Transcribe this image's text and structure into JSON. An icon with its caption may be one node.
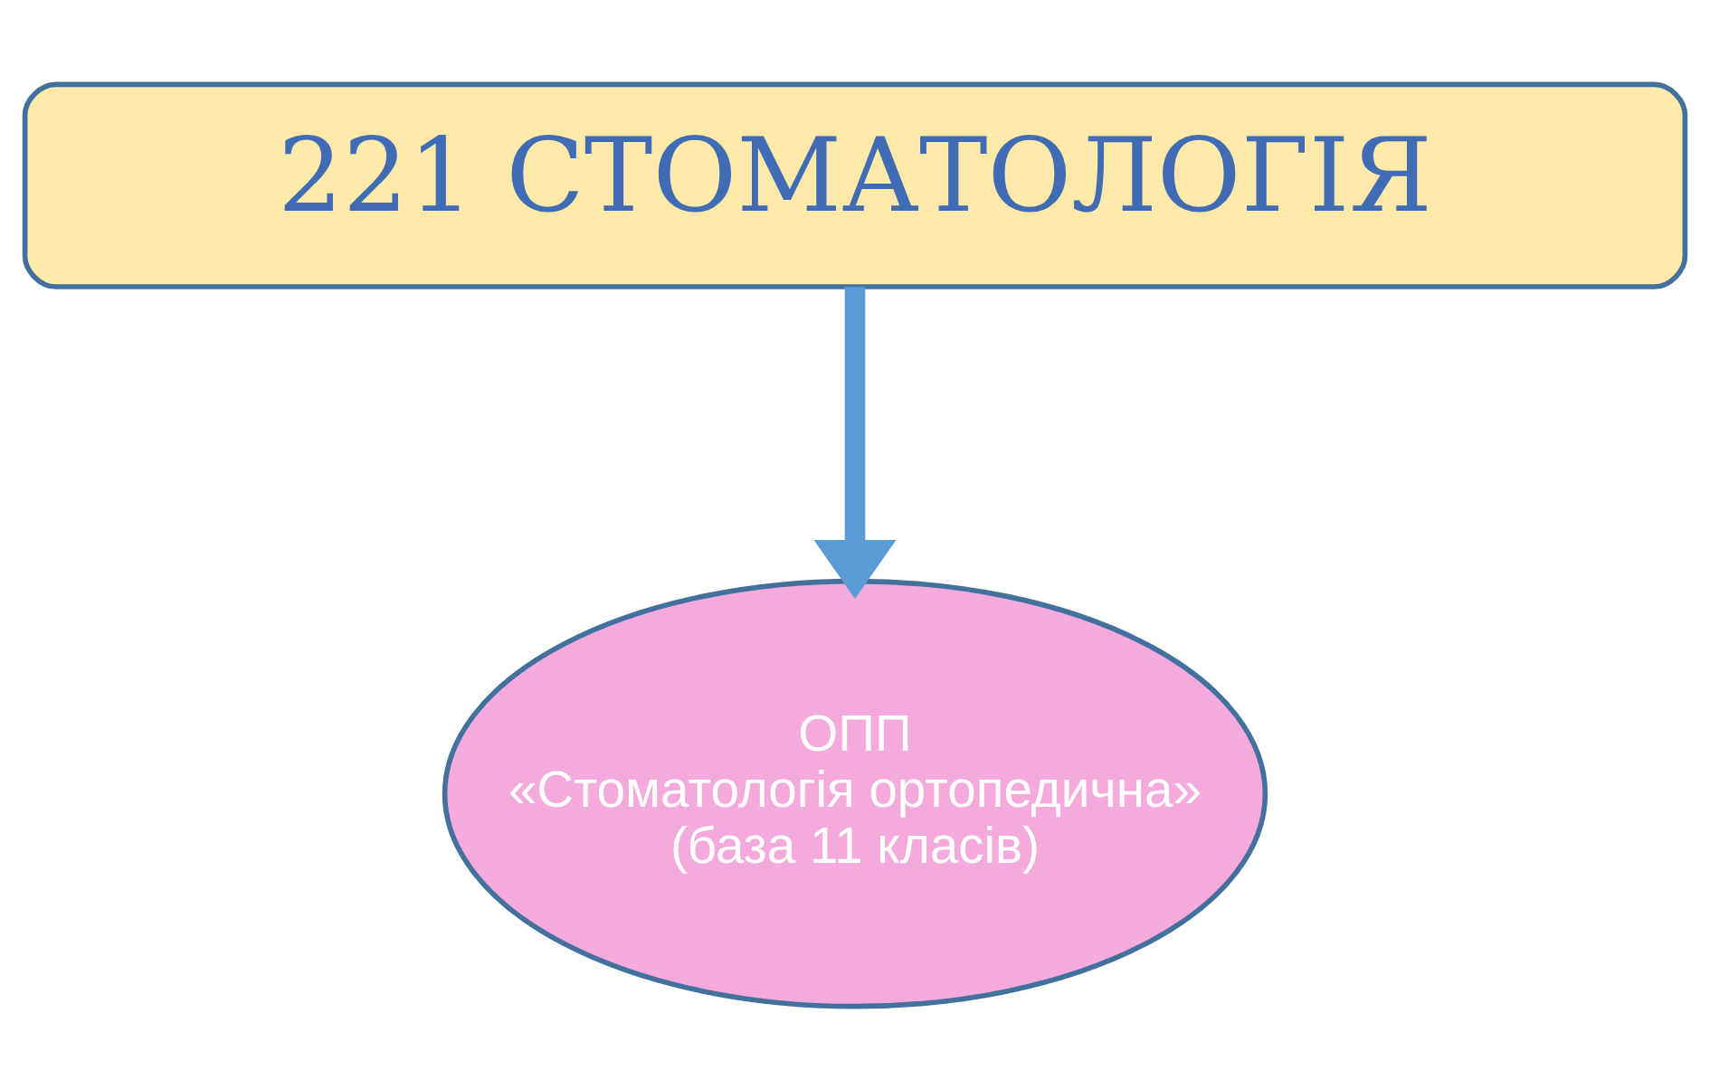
{
  "diagram": {
    "nodes": [
      {
        "text": [
          "221 СТОМАТОЛОГІЯ"
        ]
      },
      {
        "text": [
          "ОПП",
          "«Стоматологія ортопедична»",
          "(база 11 класів)"
        ]
      }
    ],
    "edges": [
      {
        "from": 0,
        "to": 1,
        "arrow": "to",
        "color": "#5b9bd5"
      }
    ]
  }
}
